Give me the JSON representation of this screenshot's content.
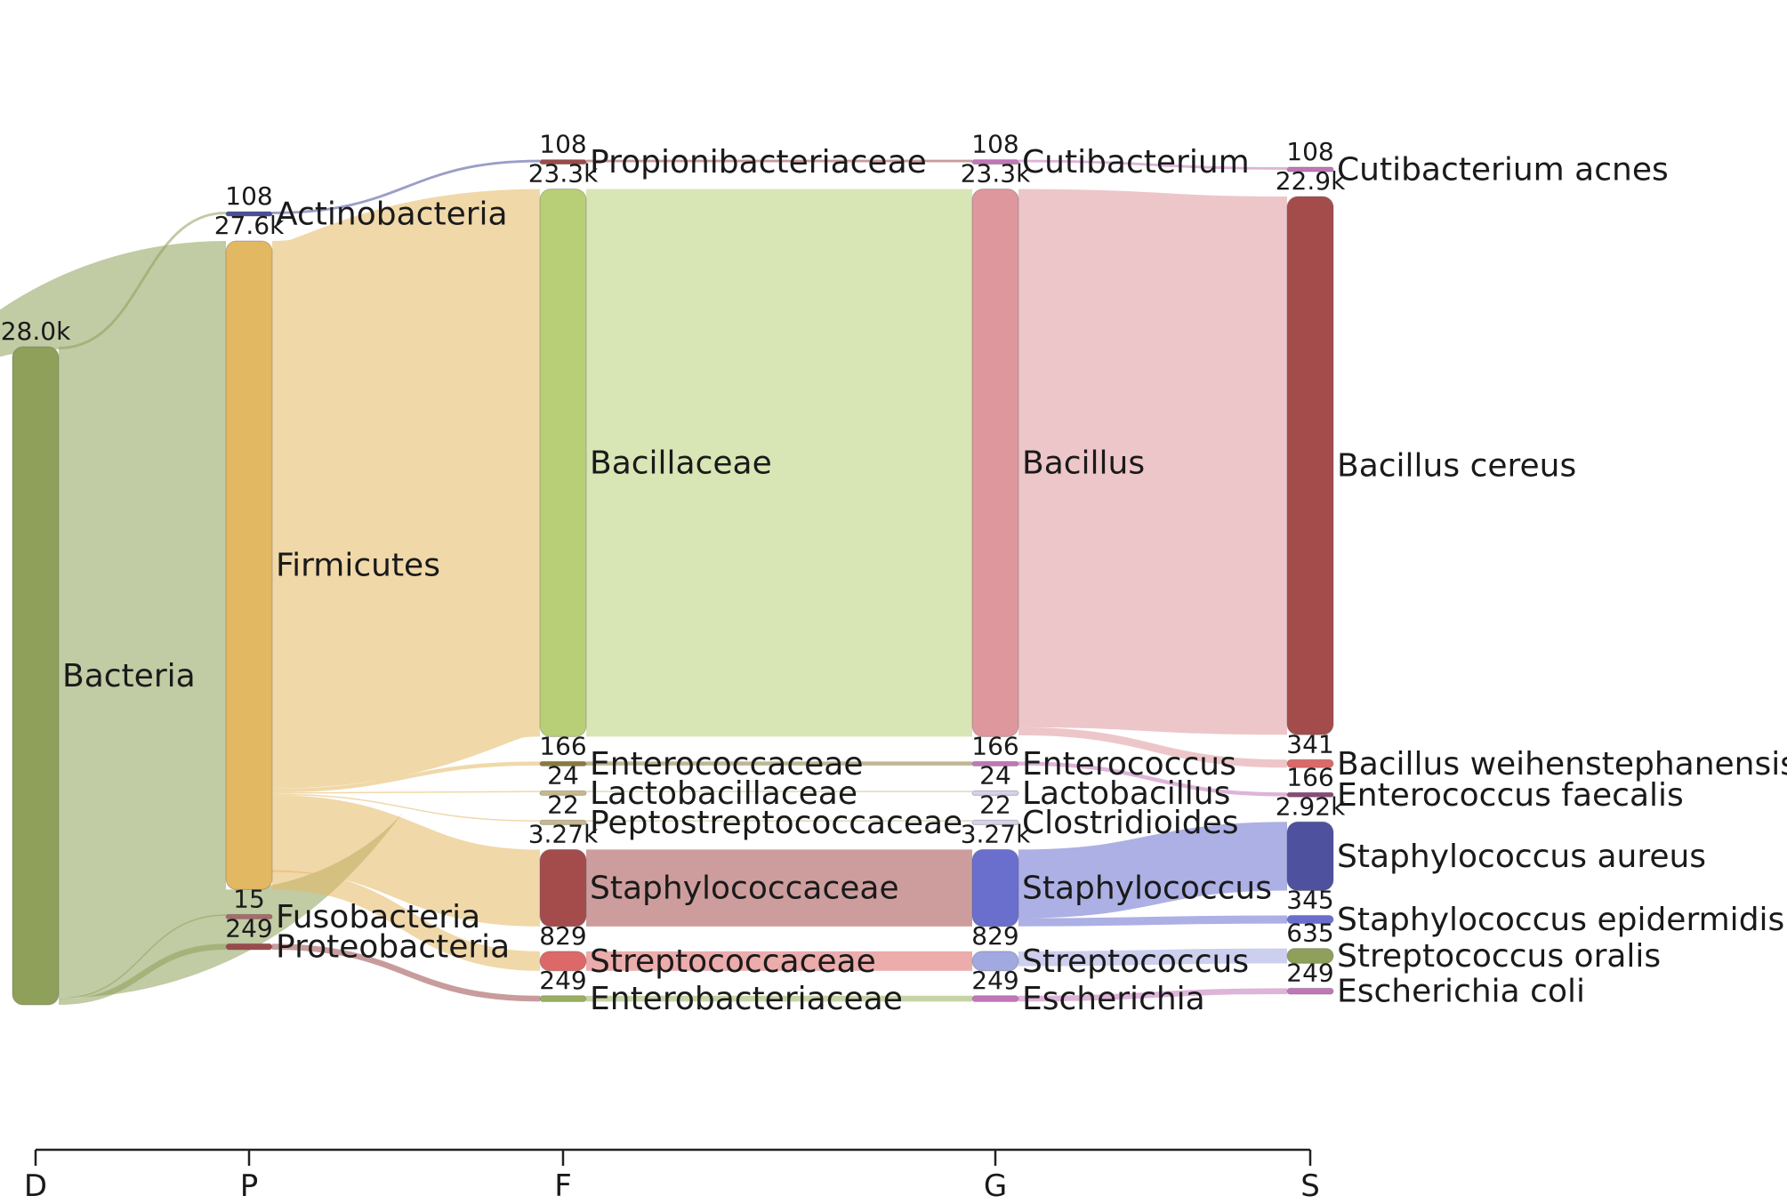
{
  "chart_data": {
    "type": "sankey",
    "levels": [
      {
        "key": "D",
        "label": "D"
      },
      {
        "key": "P",
        "label": "P"
      },
      {
        "key": "F",
        "label": "F"
      },
      {
        "key": "G",
        "label": "G"
      },
      {
        "key": "S",
        "label": "S"
      }
    ],
    "nodes": [
      {
        "id": "bacteria",
        "label": "Bacteria",
        "level": "D",
        "value": 28000,
        "value_label": "28.0k",
        "color": "#8ea05a"
      },
      {
        "id": "actinobacteria",
        "label": "Actinobacteria",
        "level": "P",
        "value": 108,
        "value_label": "108",
        "color": "#4a4f99"
      },
      {
        "id": "firmicutes",
        "label": "Firmicutes",
        "level": "P",
        "value": 27600,
        "value_label": "27.6k",
        "color": "#e3b862"
      },
      {
        "id": "fusobacteria",
        "label": "Fusobacteria",
        "level": "P",
        "value": 15,
        "value_label": "15",
        "color": "#a86a6a"
      },
      {
        "id": "proteobacteria",
        "label": "Proteobacteria",
        "level": "P",
        "value": 249,
        "value_label": "249",
        "color": "#9a4a4a"
      },
      {
        "id": "propionibacteriaceae",
        "label": "Propionibacteriaceae",
        "level": "F",
        "value": 108,
        "value_label": "108",
        "color": "#9a4a4a"
      },
      {
        "id": "bacillaceae",
        "label": "Bacillaceae",
        "level": "F",
        "value": 23300,
        "value_label": "23.3k",
        "color": "#b8cf78"
      },
      {
        "id": "enterococcaceae",
        "label": "Enterococcaceae",
        "level": "F",
        "value": 166,
        "value_label": "166",
        "color": "#8a7a3a"
      },
      {
        "id": "lactobacillaceae",
        "label": "Lactobacillaceae",
        "level": "F",
        "value": 24,
        "value_label": "24",
        "color": "#c8b88a"
      },
      {
        "id": "peptostreptococcaceae",
        "label": "Peptostreptococcaceae",
        "level": "F",
        "value": 22,
        "value_label": "22",
        "color": "#c8b88a"
      },
      {
        "id": "staphylococcaceae",
        "label": "Staphylococcaceae",
        "level": "F",
        "value": 3270,
        "value_label": "3.27k",
        "color": "#a44c4c"
      },
      {
        "id": "streptococcaceae",
        "label": "Streptococcaceae",
        "level": "F",
        "value": 829,
        "value_label": "829",
        "color": "#dc6868"
      },
      {
        "id": "enterobacteriaceae",
        "label": "Enterobacteriaceae",
        "level": "F",
        "value": 249,
        "value_label": "249",
        "color": "#9ab060"
      },
      {
        "id": "cutibacterium",
        "label": "Cutibacterium",
        "level": "G",
        "value": 108,
        "value_label": "108",
        "color": "#c276b8"
      },
      {
        "id": "bacillus",
        "label": "Bacillus",
        "level": "G",
        "value": 23300,
        "value_label": "23.3k",
        "color": "#de979c"
      },
      {
        "id": "enterococcus",
        "label": "Enterococcus",
        "level": "G",
        "value": 166,
        "value_label": "166",
        "color": "#c276b8"
      },
      {
        "id": "lactobacillus",
        "label": "Lactobacillus",
        "level": "G",
        "value": 24,
        "value_label": "24",
        "color": "#d8d0e8"
      },
      {
        "id": "clostridioides",
        "label": "Clostridioides",
        "level": "G",
        "value": 22,
        "value_label": "22",
        "color": "#d8d0e8"
      },
      {
        "id": "staphylococcus",
        "label": "Staphylococcus",
        "level": "G",
        "value": 3270,
        "value_label": "3.27k",
        "color": "#6a6fce"
      },
      {
        "id": "streptococcus",
        "label": "Streptococcus",
        "level": "G",
        "value": 829,
        "value_label": "829",
        "color": "#a2a8e0"
      },
      {
        "id": "escherichia",
        "label": "Escherichia",
        "level": "G",
        "value": 249,
        "value_label": "249",
        "color": "#c276b8"
      },
      {
        "id": "cutibacterium_acnes",
        "label": "Cutibacterium acnes",
        "level": "S",
        "value": 108,
        "value_label": "108",
        "color": "#c276b8"
      },
      {
        "id": "bacillus_cereus",
        "label": "Bacillus cereus",
        "level": "S",
        "value": 22900,
        "value_label": "22.9k",
        "color": "#a44c4c"
      },
      {
        "id": "bacillus_weihenstephanensis",
        "label": "Bacillus weihenstephanensis",
        "level": "S",
        "value": 341,
        "value_label": "341",
        "color": "#dc6868"
      },
      {
        "id": "enterococcus_faecalis",
        "label": "Enterococcus faecalis",
        "level": "S",
        "value": 166,
        "value_label": "166",
        "color": "#8a4a7a"
      },
      {
        "id": "staphylococcus_aureus",
        "label": "Staphylococcus aureus",
        "level": "S",
        "value": 2920,
        "value_label": "2.92k",
        "color": "#4d519e"
      },
      {
        "id": "staphylococcus_epidermidis",
        "label": "Staphylococcus epidermidis",
        "level": "S",
        "value": 345,
        "value_label": "345",
        "color": "#6a6fce"
      },
      {
        "id": "streptococcus_oralis",
        "label": "Streptococcus oralis",
        "level": "S",
        "value": 635,
        "value_label": "635",
        "color": "#8ea05a"
      },
      {
        "id": "escherichia_coli",
        "label": "Escherichia coli",
        "level": "S",
        "value": 249,
        "value_label": "249",
        "color": "#c276b8"
      }
    ],
    "links": [
      {
        "source": "bacteria",
        "target": "actinobacteria",
        "value": 108
      },
      {
        "source": "bacteria",
        "target": "firmicutes",
        "value": 27600
      },
      {
        "source": "bacteria",
        "target": "fusobacteria",
        "value": 15
      },
      {
        "source": "bacteria",
        "target": "proteobacteria",
        "value": 249
      },
      {
        "source": "actinobacteria",
        "target": "propionibacteriaceae",
        "value": 108
      },
      {
        "source": "firmicutes",
        "target": "bacillaceae",
        "value": 23300
      },
      {
        "source": "firmicutes",
        "target": "enterococcaceae",
        "value": 166
      },
      {
        "source": "firmicutes",
        "target": "lactobacillaceae",
        "value": 24
      },
      {
        "source": "firmicutes",
        "target": "peptostreptococcaceae",
        "value": 22
      },
      {
        "source": "firmicutes",
        "target": "staphylococcaceae",
        "value": 3270
      },
      {
        "source": "firmicutes",
        "target": "streptococcaceae",
        "value": 829
      },
      {
        "source": "proteobacteria",
        "target": "enterobacteriaceae",
        "value": 249
      },
      {
        "source": "propionibacteriaceae",
        "target": "cutibacterium",
        "value": 108
      },
      {
        "source": "bacillaceae",
        "target": "bacillus",
        "value": 23300
      },
      {
        "source": "enterococcaceae",
        "target": "enterococcus",
        "value": 166
      },
      {
        "source": "lactobacillaceae",
        "target": "lactobacillus",
        "value": 24
      },
      {
        "source": "peptostreptococcaceae",
        "target": "clostridioides",
        "value": 22
      },
      {
        "source": "staphylococcaceae",
        "target": "staphylococcus",
        "value": 3270
      },
      {
        "source": "streptococcaceae",
        "target": "streptococcus",
        "value": 829
      },
      {
        "source": "enterobacteriaceae",
        "target": "escherichia",
        "value": 249
      },
      {
        "source": "cutibacterium",
        "target": "cutibacterium_acnes",
        "value": 108
      },
      {
        "source": "bacillus",
        "target": "bacillus_cereus",
        "value": 22900
      },
      {
        "source": "bacillus",
        "target": "bacillus_weihenstephanensis",
        "value": 341
      },
      {
        "source": "enterococcus",
        "target": "enterococcus_faecalis",
        "value": 166
      },
      {
        "source": "staphylococcus",
        "target": "staphylococcus_aureus",
        "value": 2920
      },
      {
        "source": "staphylococcus",
        "target": "staphylococcus_epidermidis",
        "value": 345
      },
      {
        "source": "streptococcus",
        "target": "streptococcus_oralis",
        "value": 635
      },
      {
        "source": "escherichia",
        "target": "escherichia_coli",
        "value": 249
      }
    ]
  }
}
